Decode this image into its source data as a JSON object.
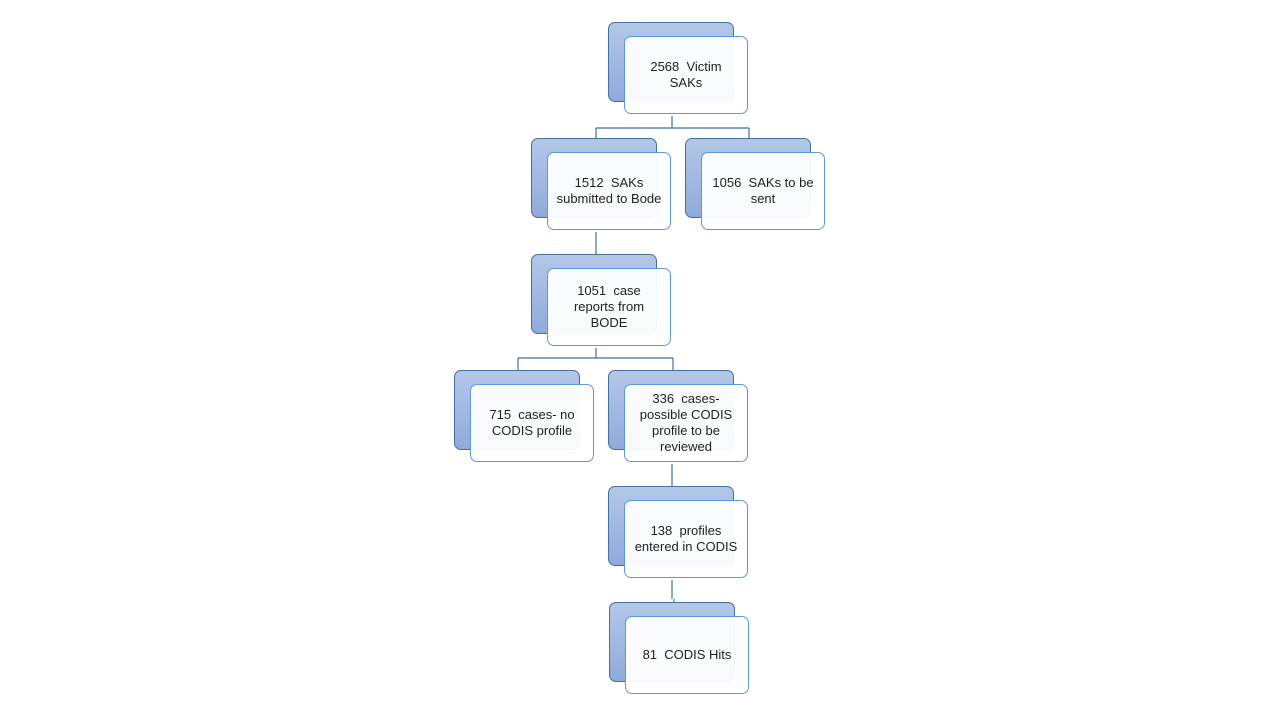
{
  "nodes": {
    "victim": {
      "label": "2568  Victim SAKs"
    },
    "submitted": {
      "label": "1512  SAKs submitted to Bode"
    },
    "to_send": {
      "label": "1056  SAKs to be sent"
    },
    "reports": {
      "label": "1051  case reports from BODE"
    },
    "no_profile": {
      "label": "715  cases- no CODIS profile"
    },
    "possible": {
      "label": "336  cases- possible CODIS profile to be reviewed"
    },
    "entered": {
      "label": "138  profiles entered in CODIS"
    },
    "hits": {
      "label": "81  CODIS Hits"
    }
  },
  "colors": {
    "back_fill_top": "#b4c7e7",
    "back_fill_bottom": "#8faadc",
    "back_border": "#41719c",
    "front_border": "#5b9bd5",
    "connector": "#41719c"
  }
}
